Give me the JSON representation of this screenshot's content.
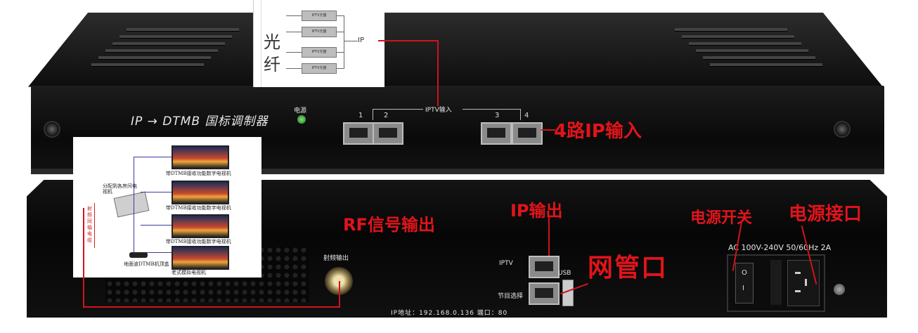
{
  "front": {
    "brand": "IP → DTMB 国标调制器",
    "power_led": "电源",
    "iptv_group": "IPTV输入",
    "ports": [
      "1",
      "2",
      "3",
      "4"
    ],
    "annotation_4ip": "4路IP输入"
  },
  "fiber": {
    "label_line1": "光",
    "label_line2": "纤",
    "ip_tag": "IP",
    "converter_label": "IPTV光猫"
  },
  "distribution": {
    "splitter_label": "分配到各房间电视机",
    "cable_vertical": "射频同轴电缆",
    "tv_label": "带DTMB接收功能数字电视机",
    "stb_label": "地面波DTMB机顶盒",
    "old_tv_label": "老式模拟电视机"
  },
  "back": {
    "rf_out_label": "射频输出",
    "iptv_label": "IPTV",
    "usb_label": "USB",
    "program_select": "节目选择",
    "ip_info": "IP地址：192.168.0.136  端口：80",
    "ac_spec": "AC 100V-240V 50/60Hz 2A",
    "switch_on": "O",
    "switch_off": "I"
  },
  "annotations": {
    "rf_out": "RF信号输出",
    "ip_out": "IP输出",
    "mgmt": "网管口",
    "power_switch": "电源开关",
    "power_port": "电源接口"
  }
}
